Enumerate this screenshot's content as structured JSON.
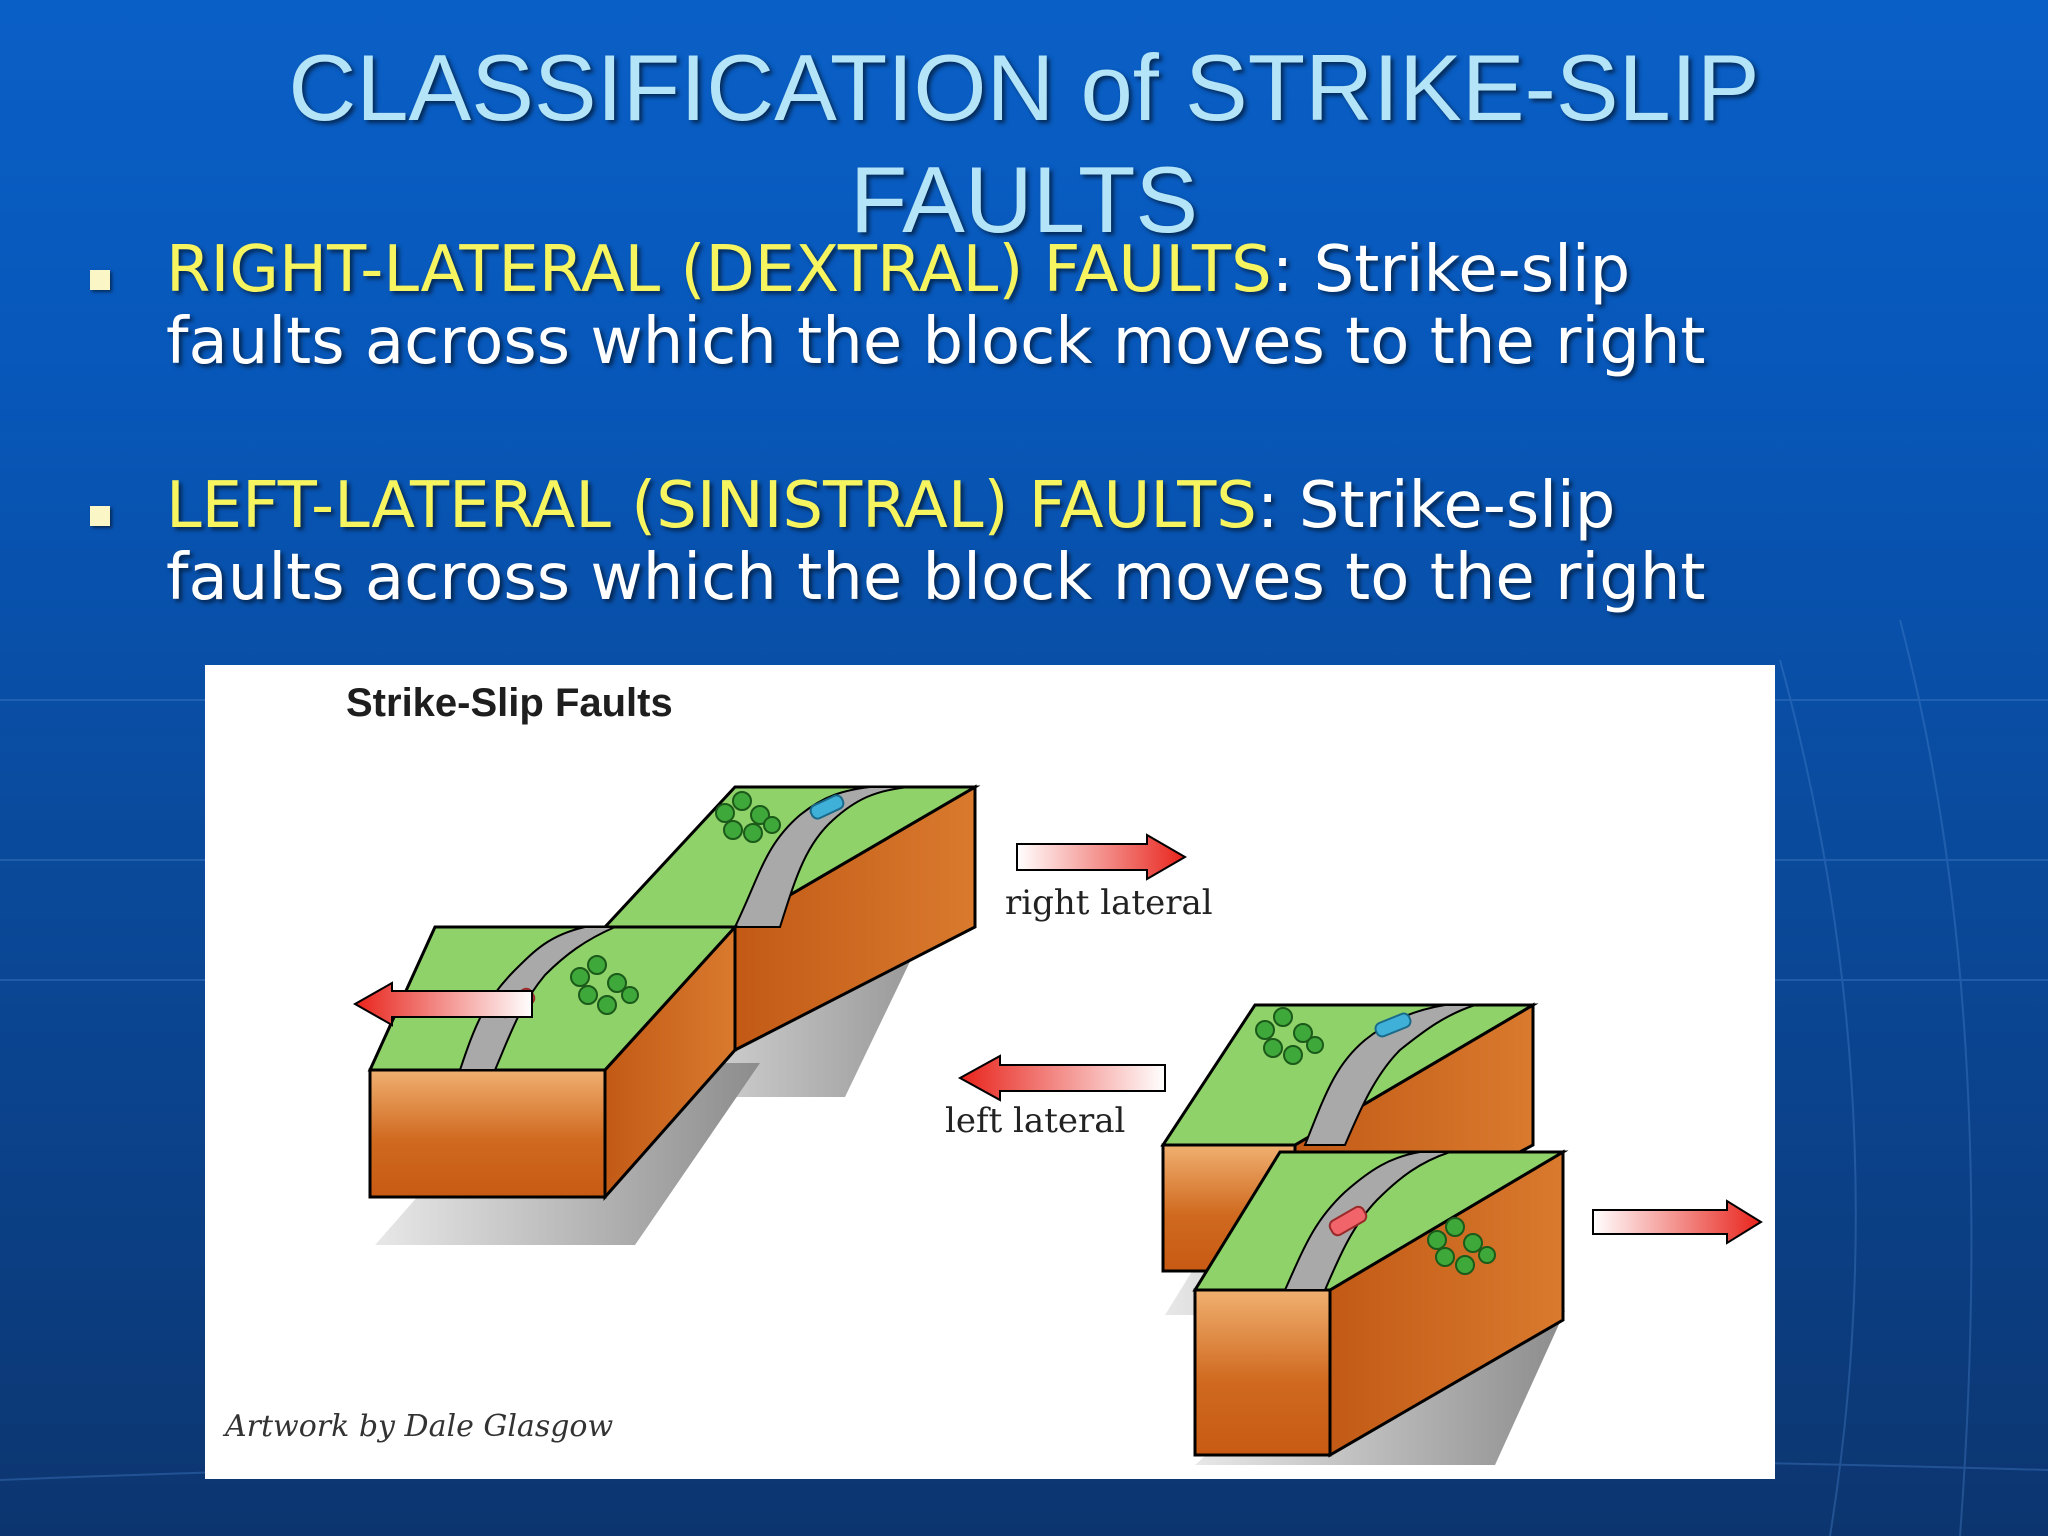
{
  "slide": {
    "title": "CLASSIFICATION of STRIKE-SLIP FAULTS",
    "bullets": [
      {
        "term": "RIGHT-LATERAL (DEXTRAL) FAULTS",
        "separator": ":",
        "line1_rest": " Strike-slip",
        "line2": "faults across which the block moves to the right"
      },
      {
        "term": "LEFT-LATERAL (SINISTRAL) FAULTS",
        "separator": ":",
        "line1_rest": " Strike-slip",
        "line2": "faults across which the block moves to the right"
      }
    ]
  },
  "figure": {
    "title": "Strike-Slip Faults",
    "right_label": "right lateral",
    "left_label": "left lateral",
    "credit": "Artwork by Dale Glasgow"
  },
  "colors": {
    "title_text": "#b3e4f7",
    "term_text": "#f7f55f",
    "grass": "#8fd26a",
    "soil": "#d0661e",
    "road": "#a9a9a9",
    "arrow": "#e8231b"
  }
}
